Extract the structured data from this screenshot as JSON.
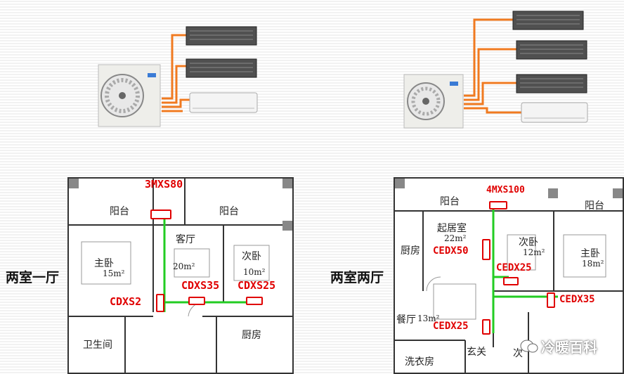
{
  "systems": {
    "left": {
      "label": "两室一厅",
      "outdoor_unit": "3MXS80",
      "indoor_units": [
        "CDXS35",
        "CDXS25",
        "CDXS2"
      ],
      "rooms": {
        "balcony_left": "阳台",
        "balcony_right": "阳台",
        "living": "客厅",
        "master": "主卧",
        "master_area": "15m²",
        "living_area": "20m²",
        "second": "次卧",
        "second_area": "10m²",
        "bath": "卫生间",
        "kitchen": "厨房"
      }
    },
    "right": {
      "label": "两室两厅",
      "outdoor_unit": "4MXS100",
      "indoor_units": [
        "CEDX50",
        "CEDX25",
        "CEDX35",
        "CEDX25"
      ],
      "rooms": {
        "balcony_top": "阳台",
        "balcony_right": "阳台",
        "living": "起居室",
        "living_area": "22m²",
        "kitchen": "厨房",
        "second": "次卧",
        "second_area": "12m²",
        "master": "主卧",
        "master_area": "18m²",
        "dining": "餐厅",
        "dining_area": "13m²",
        "entry": "玄关",
        "laundry": "洗衣房",
        "room_partial": "次"
      }
    }
  },
  "watermark": "冷暖百科",
  "colors": {
    "pipe": "#f07a20",
    "duct": "#22cc22",
    "label": "#e00000"
  }
}
